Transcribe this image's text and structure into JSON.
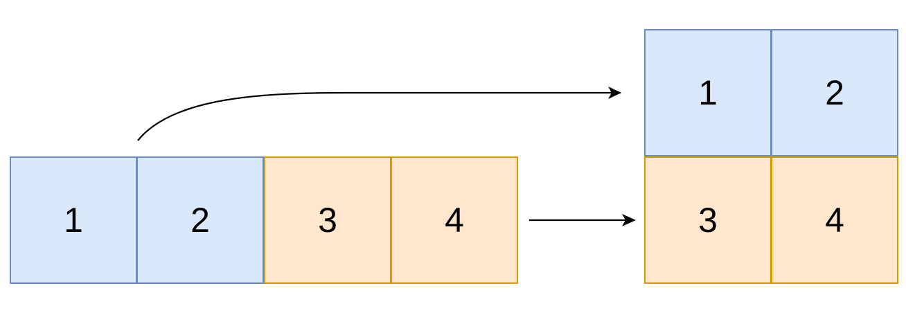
{
  "source_row": {
    "cells": [
      {
        "label": "1",
        "group": "blue"
      },
      {
        "label": "2",
        "group": "blue"
      },
      {
        "label": "3",
        "group": "orange"
      },
      {
        "label": "4",
        "group": "orange"
      }
    ]
  },
  "target_grid": {
    "cells": [
      {
        "label": "1",
        "group": "blue"
      },
      {
        "label": "2",
        "group": "blue"
      },
      {
        "label": "3",
        "group": "orange"
      },
      {
        "label": "4",
        "group": "orange"
      }
    ]
  },
  "colors": {
    "blue_fill": "#dae8fc",
    "blue_stroke": "#6c8ebf",
    "orange_fill": "#ffe6cc",
    "orange_stroke": "#d79b00",
    "arrow": "#000000"
  }
}
